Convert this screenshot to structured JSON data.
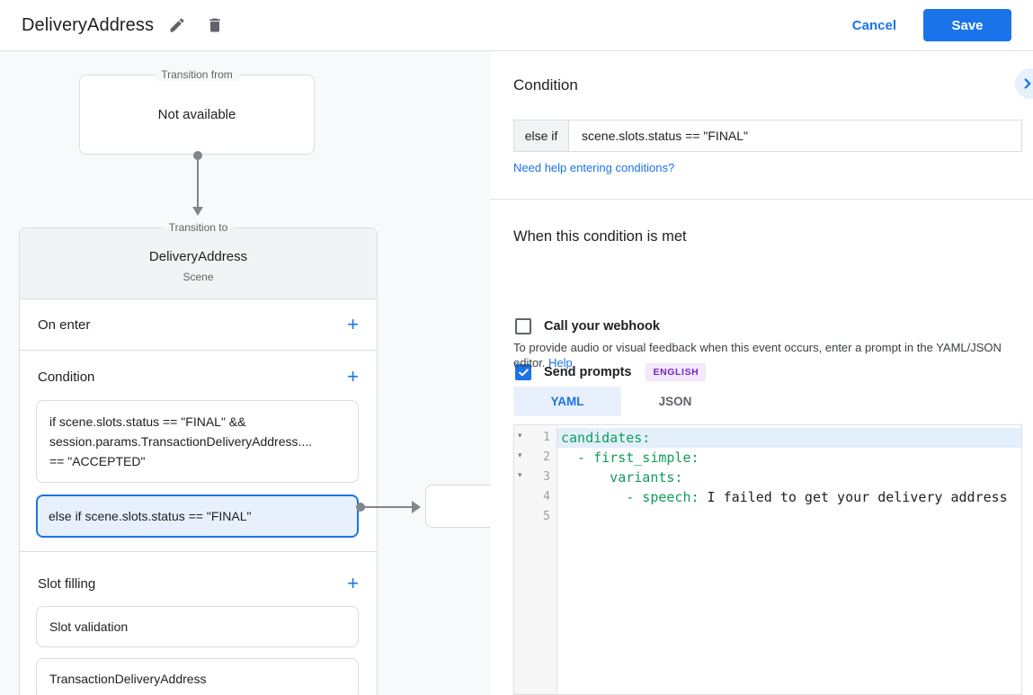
{
  "header": {
    "title": "DeliveryAddress",
    "cancel_label": "Cancel",
    "save_label": "Save"
  },
  "diagram": {
    "transition_from": {
      "legend": "Transition from",
      "content": "Not available"
    },
    "transition_to": {
      "legend": "Transition to",
      "scene_name": "DeliveryAddress",
      "scene_type": "Scene",
      "on_enter": {
        "label": "On enter",
        "add_label": "+"
      },
      "condition": {
        "label": "Condition",
        "add_label": "+",
        "if_lines": [
          "if scene.slots.status == \"FINAL\" &&",
          "session.params.TransactionDeliveryAddress....",
          "== \"ACCEPTED\""
        ],
        "else_if": "else if scene.slots.status == \"FINAL\""
      },
      "slot_filling": {
        "label": "Slot filling",
        "add_label": "+",
        "items": [
          "Slot validation",
          "TransactionDeliveryAddress"
        ]
      }
    }
  },
  "panel": {
    "heading": "Condition",
    "condition_prefix": "else if",
    "condition_value": "scene.slots.status == \"FINAL\"",
    "help_link": "Need help entering conditions?",
    "when_heading": "When this condition is met",
    "webhook_label": "Call your webhook",
    "prompts_label": "Send prompts",
    "language_badge": "ENGLISH",
    "description": "To provide audio or visual feedback when this event occurs, enter a prompt in the YAML/JSON editor.",
    "description_link": "Help",
    "tabs": [
      {
        "label": "YAML",
        "active": true
      },
      {
        "label": "JSON",
        "active": false
      }
    ],
    "editor": {
      "lines": [
        {
          "number": "1",
          "fold": true,
          "active": true,
          "key": "candidates:",
          "text": ""
        },
        {
          "number": "2",
          "fold": true,
          "active": false,
          "key": "  - first_simple:",
          "text": ""
        },
        {
          "number": "3",
          "fold": true,
          "active": false,
          "key": "      variants:",
          "text": ""
        },
        {
          "number": "4",
          "fold": false,
          "active": false,
          "key": "        - speech:",
          "text": " I failed to get your delivery address"
        },
        {
          "number": "5",
          "fold": false,
          "active": false,
          "key": "",
          "text": ""
        }
      ]
    }
  },
  "colors": {
    "accent_blue": "#1a73e8",
    "selected_bg": "#e8f0fe",
    "badge_bg": "#f3e8fd",
    "badge_text": "#7627bb",
    "code_key_green": "#0f9d58"
  }
}
